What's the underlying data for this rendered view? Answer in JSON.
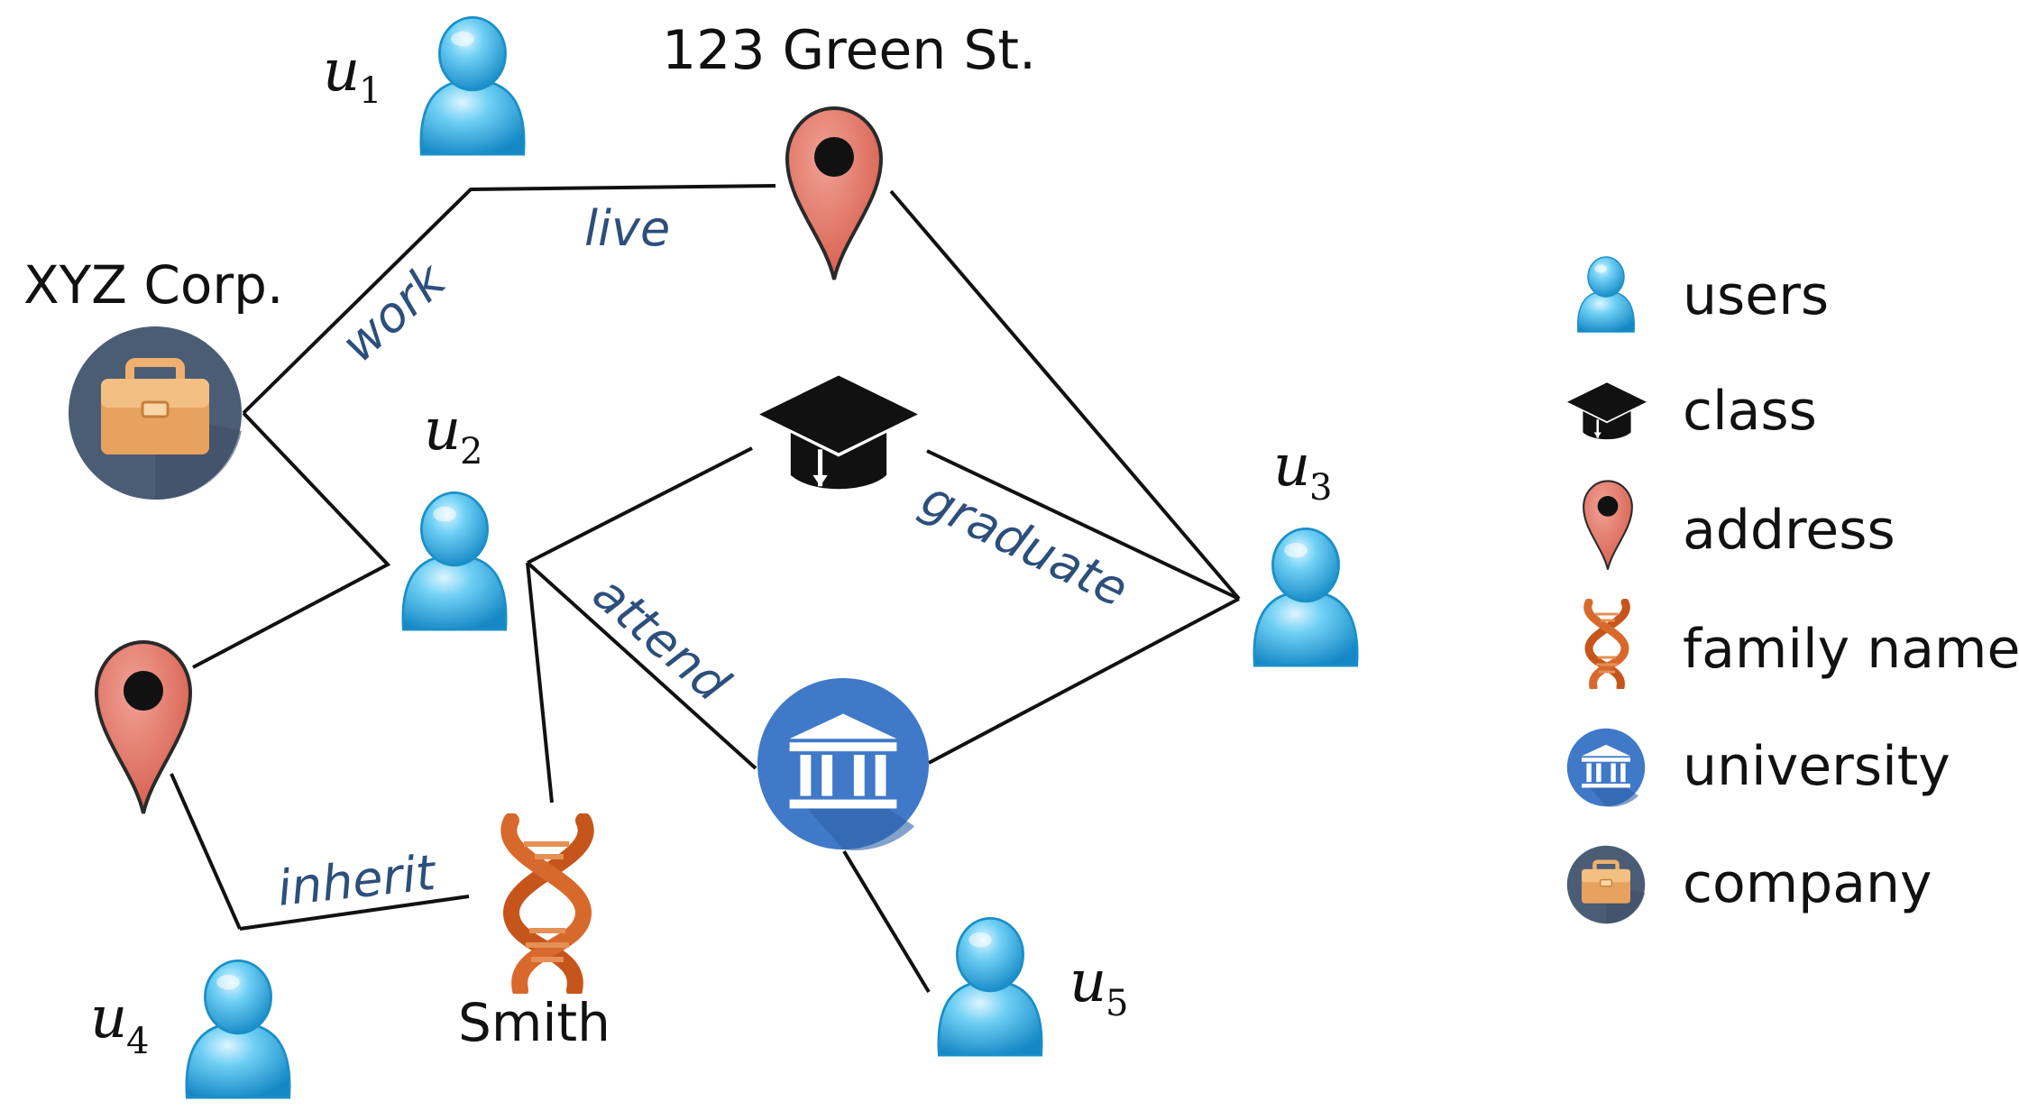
{
  "nodes": {
    "u1": {
      "var": "u",
      "sub": "1"
    },
    "u2": {
      "var": "u",
      "sub": "2"
    },
    "u3": {
      "var": "u",
      "sub": "3"
    },
    "u4": {
      "var": "u",
      "sub": "4"
    },
    "u5": {
      "var": "u",
      "sub": "5"
    },
    "address_top": "123 Green St.",
    "company": "XYZ Corp.",
    "family": "Smith"
  },
  "edges": {
    "work": "work",
    "live": "live",
    "graduate": "graduate",
    "attend": "attend",
    "inherit": "inherit"
  },
  "legend": [
    {
      "icon": "user-icon",
      "label": "users"
    },
    {
      "icon": "graduation-cap-icon",
      "label": "class"
    },
    {
      "icon": "map-pin-icon",
      "label": "address"
    },
    {
      "icon": "dna-icon",
      "label": "family name"
    },
    {
      "icon": "university-icon",
      "label": "university"
    },
    {
      "icon": "briefcase-icon",
      "label": "company"
    }
  ],
  "colors": {
    "user": "#29a8e0",
    "pin": "#e07a6c",
    "company_bg": "#4b5d75",
    "briefcase": "#e8a260",
    "university_bg": "#3f79c8",
    "dna": "#c6551c",
    "edge_label": "#2c4f7c"
  }
}
